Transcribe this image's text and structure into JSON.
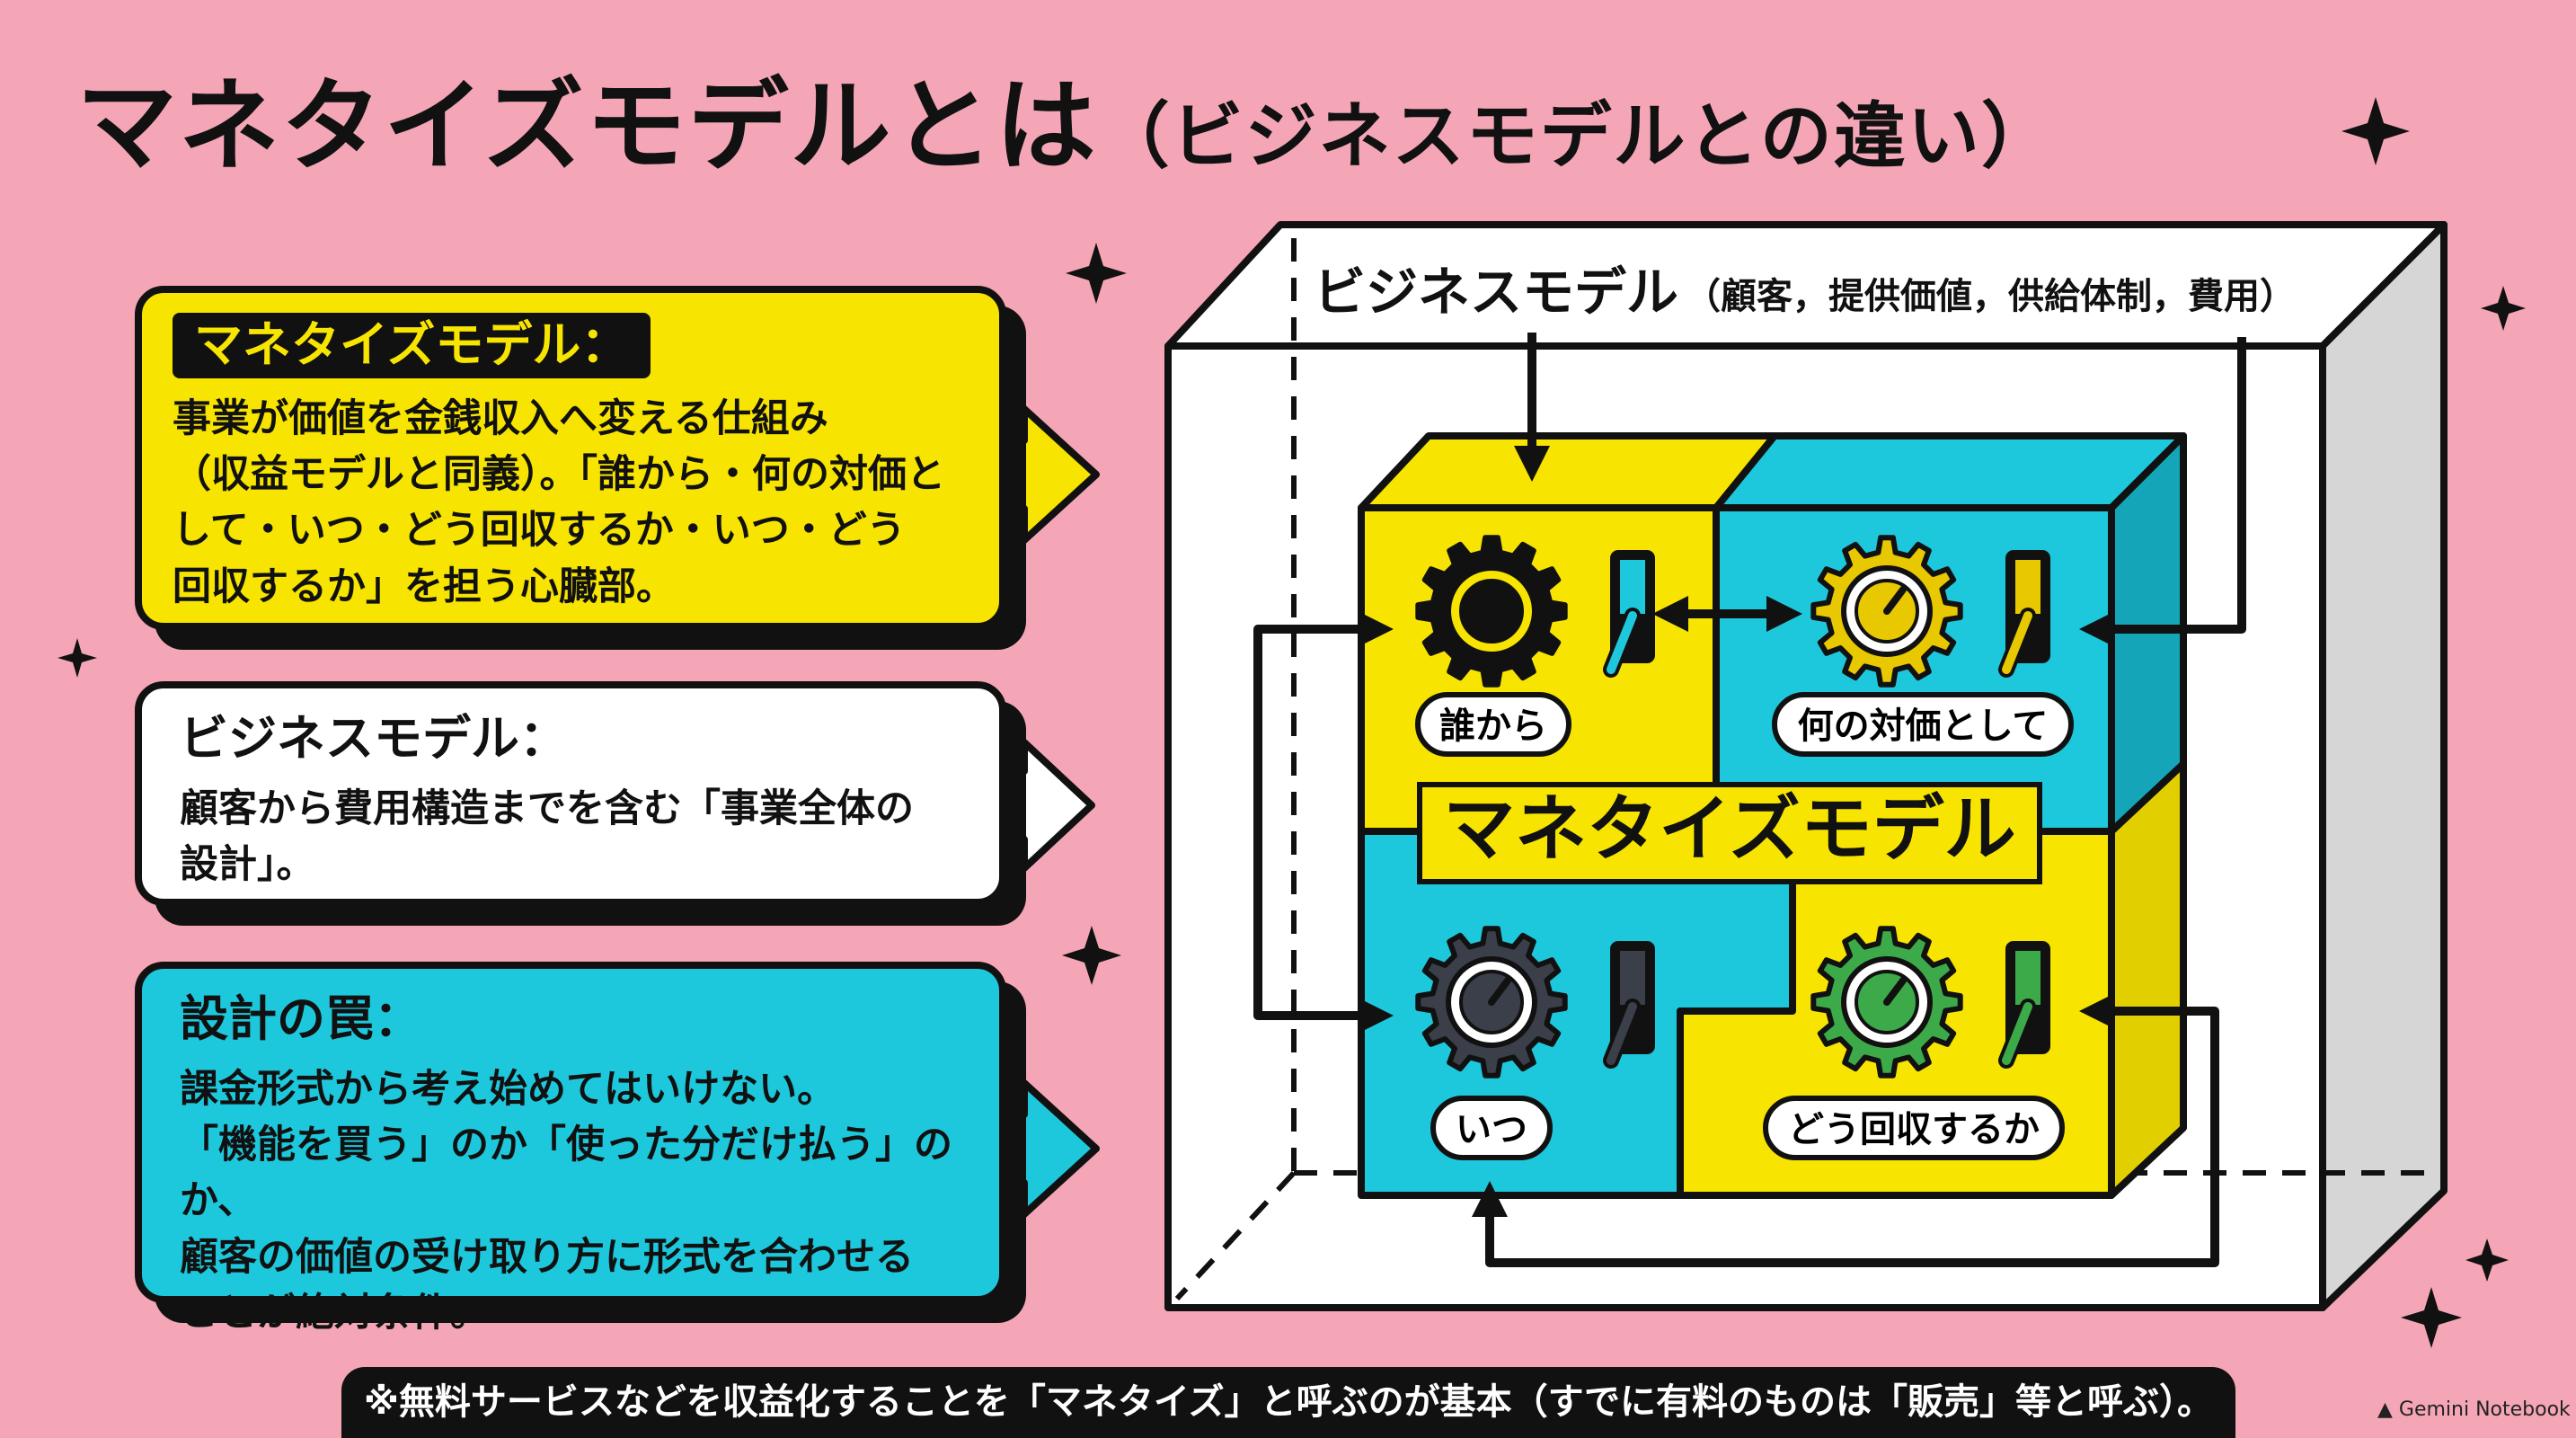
{
  "title": {
    "main": "マネタイズモデルとは",
    "sub": "（ビジネスモデルとの違い）"
  },
  "cards": [
    {
      "heading": "マネタイズモデル：",
      "body": "事業が価値を金銭収入へ変える仕組み\n（収益モデルと同義）。「誰から・何の対価と\nして・いつ・どう回収するか・いつ・どう\n回収するか」を担う心臓部。"
    },
    {
      "heading": "ビジネスモデル：",
      "body": "顧客から費用構造までを含む「事業全体の\n設計」。"
    },
    {
      "heading": "設計の罠：",
      "body": "課金形式から考え始めてはいけない。\n「機能を買う」のか「使った分だけ払う」のか、\n顧客の価値の受け取り方に形式を合わせる\nことが絶対条件。"
    }
  ],
  "diagram": {
    "outer_label": "ビジネスモデル",
    "outer_sublabel": "（顧客，提供価値，供給体制，費用）",
    "center_label": "マネタイズモデル",
    "quadrants": [
      {
        "label": "誰から",
        "fill": "#F7E400",
        "gear": "#111111"
      },
      {
        "label": "何の対価として",
        "fill": "#1EC8DC",
        "gear": "#E8C800"
      },
      {
        "label": "いつ",
        "fill": "#1EC8DC",
        "gear": "#3A3F4A"
      },
      {
        "label": "どう回収するか",
        "fill": "#F7E400",
        "gear": "#3DAA4A"
      }
    ]
  },
  "footer": "※無料サービスなどを収益化することを「マネタイズ」と呼ぶのが基本（すでに有料のものは「販売」等と呼ぶ）。",
  "credit": "Gemini Notebook",
  "colors": {
    "background": "#F4A6B6",
    "yellow": "#F7E400",
    "cyan": "#1EC8DC",
    "ink": "#111111"
  }
}
